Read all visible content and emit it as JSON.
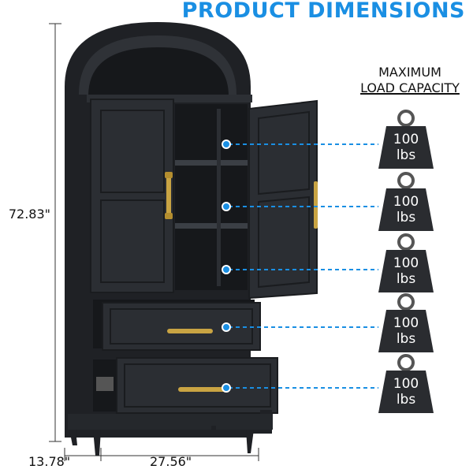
{
  "title": "PRODUCT DIMENSIONS",
  "capacity": {
    "line1": "MAXIMUM",
    "line2": "LOAD CAPACITY"
  },
  "dimensions": {
    "height": "72.83\"",
    "depth": "13.78\"",
    "width": "27.56\""
  },
  "weights": [
    {
      "value": "100",
      "unit": "lbs"
    },
    {
      "value": "100",
      "unit": "lbs"
    },
    {
      "value": "100",
      "unit": "lbs"
    },
    {
      "value": "100",
      "unit": "lbs"
    },
    {
      "value": "100",
      "unit": "lbs"
    }
  ],
  "colors": {
    "accent": "#1a8fe3",
    "cabinet": "#2b2e33",
    "cabinet_dark": "#1c1e22",
    "handle": "#c9a443",
    "weight": "#2a2c30"
  }
}
